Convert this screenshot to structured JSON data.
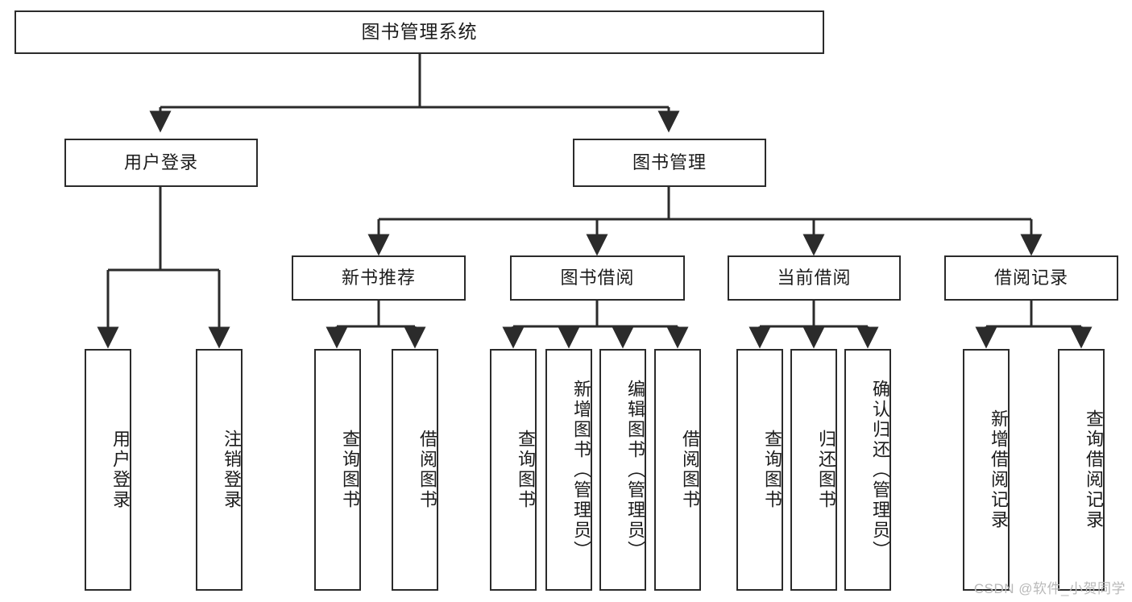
{
  "diagram": {
    "type": "tree-hierarchy-chart",
    "title": "图书管理系统",
    "orientation": "top-down",
    "colors": {
      "box_border": "#2b2b2b",
      "box_fill": "#ffffff",
      "link": "#2b2b2b",
      "text": "#1c1c1c",
      "watermark": "#b9b9b9"
    },
    "root": {
      "id": "root",
      "label": "图书管理系统",
      "level": 1
    },
    "level2": [
      {
        "id": "user-login",
        "label": "用户登录",
        "level": 2
      },
      {
        "id": "book-manage",
        "label": "图书管理",
        "level": 2
      }
    ],
    "level3": [
      {
        "id": "new-book-recommend",
        "label": "新书推荐",
        "level": 3,
        "parent": "book-manage"
      },
      {
        "id": "book-borrow",
        "label": "图书借阅",
        "level": 3,
        "parent": "book-manage"
      },
      {
        "id": "current-borrow",
        "label": "当前借阅",
        "level": 3,
        "parent": "book-manage"
      },
      {
        "id": "borrow-record",
        "label": "借阅记录",
        "level": 3,
        "parent": "book-manage"
      }
    ],
    "leaves": [
      {
        "id": "leaf-user-login",
        "label": "用户登录",
        "parent": "user-login"
      },
      {
        "id": "leaf-user-logout",
        "label": "注销登录",
        "parent": "user-login"
      },
      {
        "id": "leaf-query-book-1",
        "label": "查询图书",
        "parent": "new-book-recommend"
      },
      {
        "id": "leaf-borrow-book-1",
        "label": "借阅图书",
        "parent": "new-book-recommend"
      },
      {
        "id": "leaf-query-book-2",
        "label": "查询图书",
        "parent": "book-borrow"
      },
      {
        "id": "leaf-add-book",
        "label": "新增图书（管理员）",
        "parent": "book-borrow"
      },
      {
        "id": "leaf-edit-book",
        "label": "编辑图书（管理员）",
        "parent": "book-borrow"
      },
      {
        "id": "leaf-borrow-book-2",
        "label": "借阅图书",
        "parent": "book-borrow"
      },
      {
        "id": "leaf-query-book-3",
        "label": "查询图书",
        "parent": "current-borrow"
      },
      {
        "id": "leaf-return-book",
        "label": "归还图书",
        "parent": "current-borrow"
      },
      {
        "id": "leaf-confirm-return",
        "label": "确认归还（管理员）",
        "parent": "current-borrow"
      },
      {
        "id": "leaf-add-record",
        "label": "新增借阅记录",
        "parent": "borrow-record"
      },
      {
        "id": "leaf-query-record",
        "label": "查询借阅记录",
        "parent": "borrow-record"
      }
    ]
  },
  "watermark": {
    "text": "CSDN @软件_小贺同学"
  }
}
